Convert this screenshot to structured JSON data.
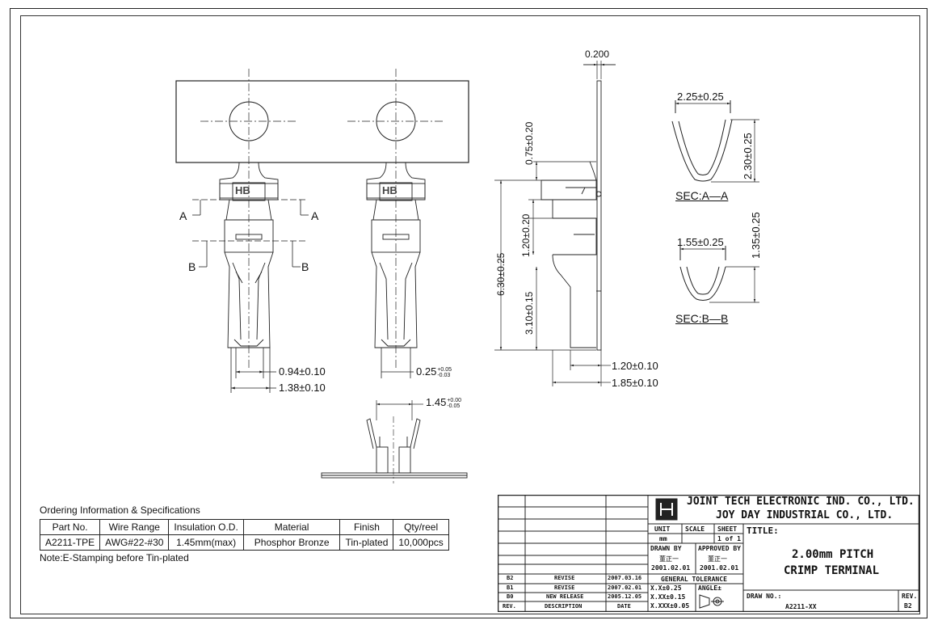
{
  "dimensions": {
    "thickness": "0.200",
    "d094": "0.94±0.10",
    "d138": "1.38±0.10",
    "d025": "0.25",
    "d025_tol_up": "+0.05",
    "d025_tol_dn": "-0.03",
    "d145": "1.45",
    "d145_tol_up": "+0.00",
    "d145_tol_dn": "-0.05",
    "d075": "0.75±0.20",
    "d120v": "1.20±0.20",
    "d630": "6.30±0.25",
    "d310": "3.10±0.15",
    "d120h": "1.20±0.10",
    "d185": "1.85±0.10",
    "secA_w": "2.25±0.25",
    "secA_h": "2.30±0.25",
    "secB_w": "1.55±0.25",
    "secB_h": "1.35±0.25"
  },
  "labels": {
    "cut_a": "A",
    "cut_b": "B",
    "sec_a": "SEC:A—A",
    "sec_b": "SEC:B—B",
    "hb_mark": "HB"
  },
  "ordering": {
    "caption": "Ordering Information & Specifications",
    "headers": [
      "Part No.",
      "Wire Range",
      "Insulation O.D.",
      "Material",
      "Finish",
      "Qty/reel"
    ],
    "row": [
      "A2211-TPE",
      "AWG#22-#30",
      "1.45mm(max)",
      "Phosphor Bronze",
      "Tin-plated",
      "10,000pcs"
    ],
    "note": "Note:E-Stamping before Tin-plated"
  },
  "title_block": {
    "company1": "JOINT TECH ELECTRONIC IND. CO., LTD.",
    "company2": "JOY DAY INDUSTRIAL CO., LTD.",
    "unit_label": "UNIT",
    "unit_value": "mm",
    "scale_label": "SCALE",
    "sheet_label": "SHEET",
    "sheet_value": "1 of 1",
    "title_label": "TITLE:",
    "title1": "2.00mm PITCH",
    "title2": "CRIMP TERMINAL",
    "drawn_by_label": "DRAWN BY",
    "drawn_by_name": "董正一",
    "drawn_date": "2001.02.01",
    "approved_by_label": "APPROVED BY",
    "approved_by_name": "董正一",
    "approved_date": "2001.02.01",
    "general_tolerance": "GENERAL TOLERANCE",
    "tol1": "X.X±0.25",
    "tol2": "X.XX±0.15",
    "tol3": "X.XXX±0.05",
    "angle": "ANGLE±",
    "drawing_no_label": "DRAW NO.:",
    "drawing_no": "A2211-XX",
    "rev_label": "REV.",
    "rev_value": "B2",
    "rev_col": "REV.",
    "desc_col": "DESCRIPTION",
    "date_col": "DATE",
    "revisions": [
      {
        "rev": "B2",
        "desc": "REVISE",
        "date": "2007.03.16"
      },
      {
        "rev": "B1",
        "desc": "REVISE",
        "date": "2007.02.01"
      },
      {
        "rev": "B0",
        "desc": "NEW RELEASE",
        "date": "2005.12.05"
      }
    ]
  }
}
